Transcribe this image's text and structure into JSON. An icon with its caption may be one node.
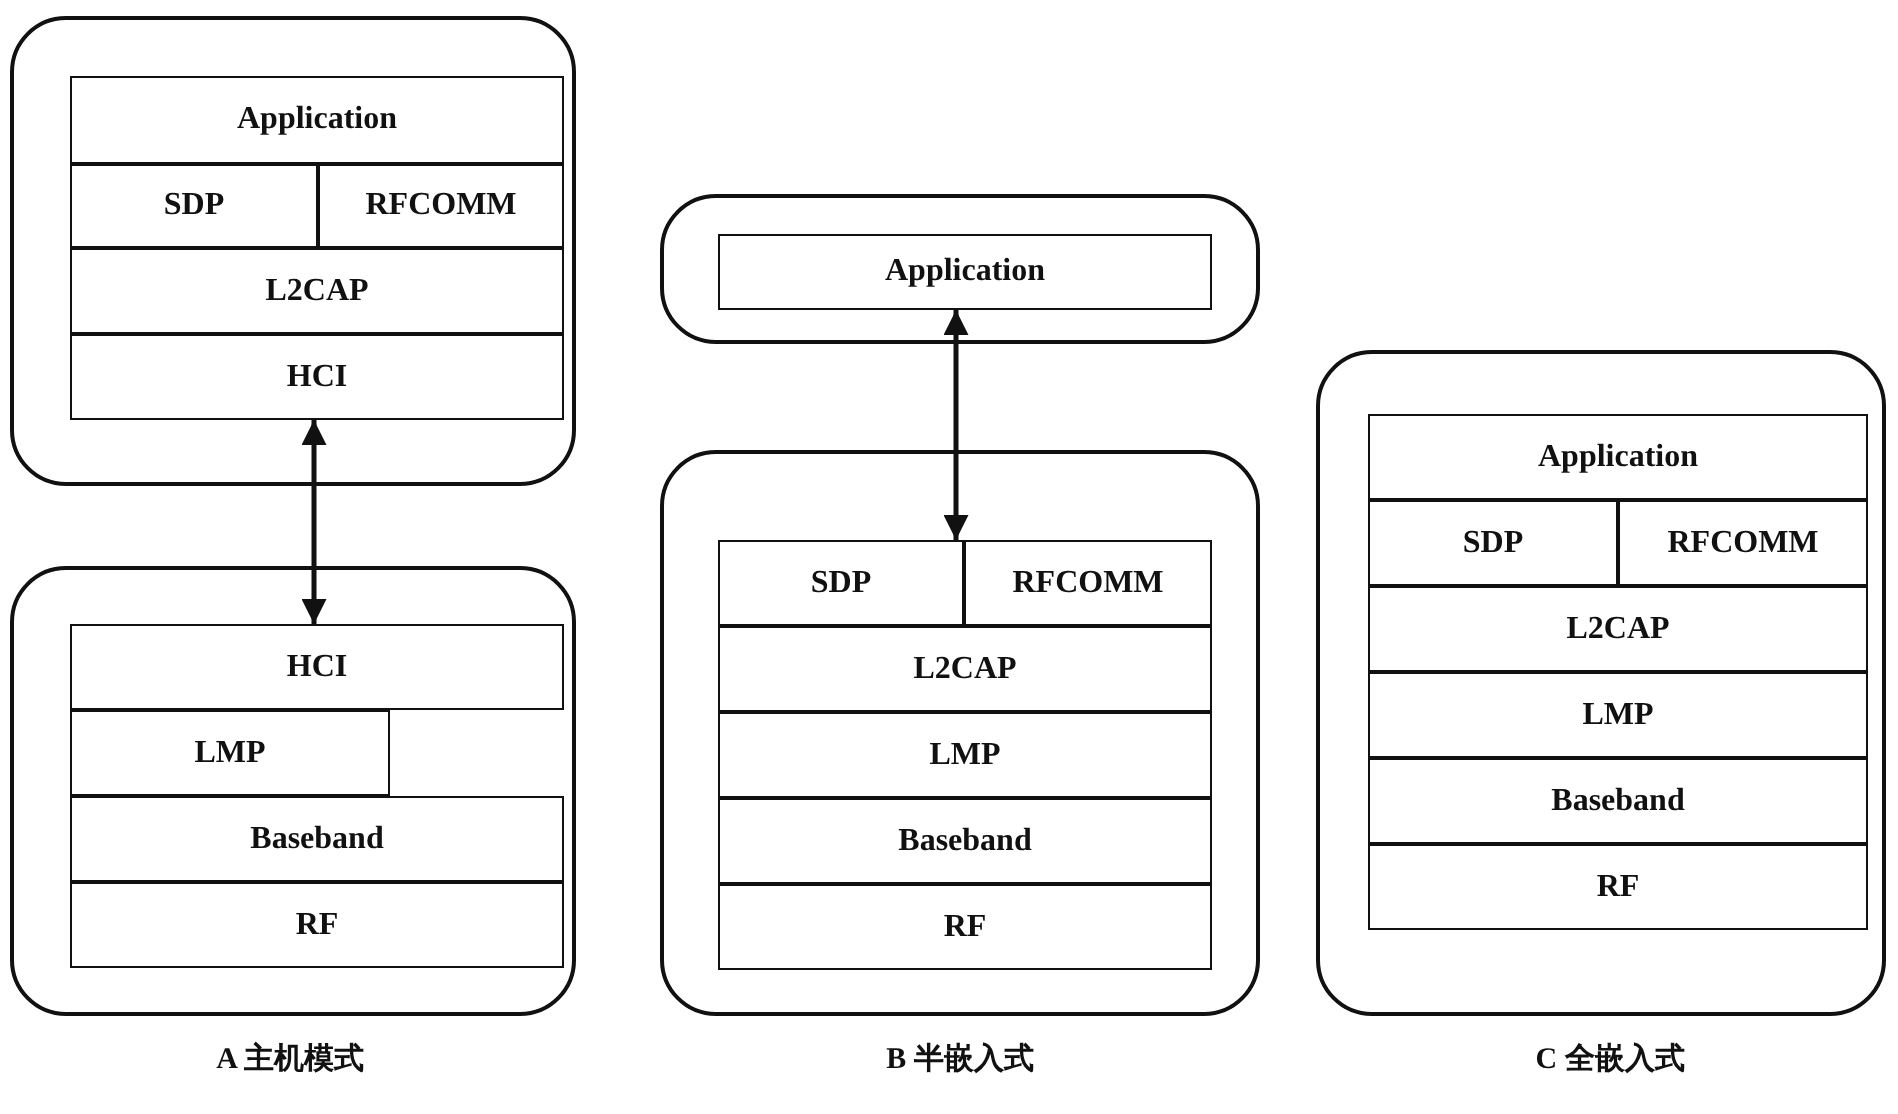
{
  "diagram": {
    "nodes": [
      {
        "text": [],
        "shape": "box"
      },
      {
        "text": [
          "Application"
        ],
        "in": 0
      },
      {
        "text": [
          "SDP"
        ],
        "in": 0
      },
      {
        "text": [
          "RFCOMM"
        ],
        "in": 0
      },
      {
        "text": [
          "L2CAP"
        ],
        "in": 0
      },
      {
        "text": [
          "HCI"
        ],
        "in": 0
      },
      {
        "text": [],
        "shape": "box"
      },
      {
        "text": [
          "HCI"
        ],
        "in": 6
      },
      {
        "text": [
          "LMP"
        ],
        "in": 6
      },
      {
        "text": [
          "Baseband"
        ],
        "in": 6
      },
      {
        "text": [
          "RF"
        ],
        "in": 6
      },
      {
        "text": [],
        "shape": "box"
      },
      {
        "text": [
          "Application"
        ],
        "in": 11
      },
      {
        "text": [],
        "shape": "box"
      },
      {
        "text": [
          "SDP"
        ],
        "in": 13
      },
      {
        "text": [
          "RFCOMM"
        ],
        "in": 13
      },
      {
        "text": [
          "L2CAP"
        ],
        "in": 13
      },
      {
        "text": [
          "LMP"
        ],
        "in": 13
      },
      {
        "text": [
          "Baseband"
        ],
        "in": 13
      },
      {
        "text": [
          "RF"
        ],
        "in": 13
      },
      {
        "text": [],
        "shape": "box"
      },
      {
        "text": [
          "Application"
        ],
        "in": 20
      },
      {
        "text": [
          "SDP"
        ],
        "in": 20
      },
      {
        "text": [
          "RFCOMM"
        ],
        "in": 20
      },
      {
        "text": [
          "L2CAP"
        ],
        "in": 20
      },
      {
        "text": [
          "LMP"
        ],
        "in": 20
      },
      {
        "text": [
          "Baseband"
        ],
        "in": 20
      },
      {
        "text": [
          "RF"
        ],
        "in": 20
      }
    ],
    "edges": [
      {
        "from": 5,
        "to": 7,
        "arrow": "both"
      },
      {
        "from": 12,
        "to": 14,
        "arrow": "both"
      }
    ],
    "labels": [
      "A 主机模式",
      "B 半嵌入式",
      "C 全嵌入式"
    ]
  }
}
